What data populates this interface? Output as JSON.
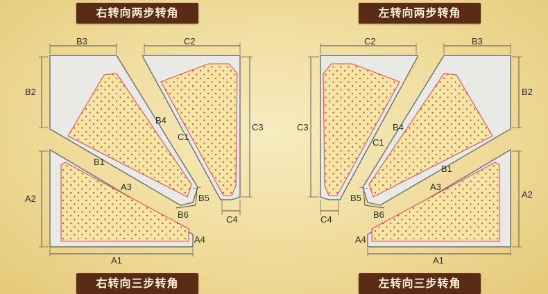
{
  "titles": {
    "top_left": "右转向两步转角",
    "top_right": "左转向两步转角",
    "bottom_left": "右转向三步转角",
    "bottom_right": "左转向三步转角"
  },
  "labels": {
    "A1": "A1",
    "A2": "A2",
    "A3": "A3",
    "A4": "A4",
    "B1": "B1",
    "B2": "B2",
    "B3": "B3",
    "B4": "B4",
    "B5": "B5",
    "B6": "B6",
    "C1": "C1",
    "C2": "C2",
    "C3": "C3",
    "C4": "C4"
  },
  "colors": {
    "banner_bg": "#5a2c16",
    "panel_fill": "#e9e9e6",
    "cushion_fill": "#f5e6a4",
    "cushion_stroke": "#e0505a",
    "dot": "#d83a4a"
  }
}
